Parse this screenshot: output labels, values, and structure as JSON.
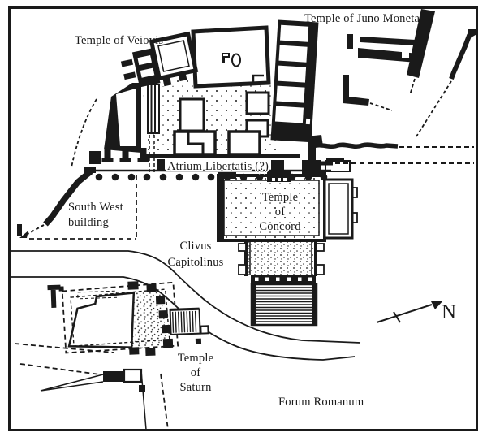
{
  "figure": {
    "kind": "archaeological-site-plan",
    "area": "Capitoline Hill and Forum Romanum plan"
  },
  "colors": {
    "ink": "#1a1a1a",
    "paper": "#ffffff"
  },
  "labels": {
    "juno_moneta": "Temple of Juno Moneta",
    "veiovis": "Temple of Veiovis",
    "atrium_libertatis": "Atrium Libertatis (?)",
    "south_west_building": {
      "line1": "South West",
      "line2": "building"
    },
    "temple_of_concord": {
      "line1": "Temple",
      "line2": "of",
      "line3": "Concord"
    },
    "clivus_capitolinus": {
      "line1": "Clivus",
      "line2": "Capitolinus"
    },
    "temple_of_saturn": {
      "line1": "Temple",
      "line2": "of",
      "line3": "Saturn"
    },
    "forum_romanum": "Forum Romanum",
    "compass_north": "N"
  }
}
